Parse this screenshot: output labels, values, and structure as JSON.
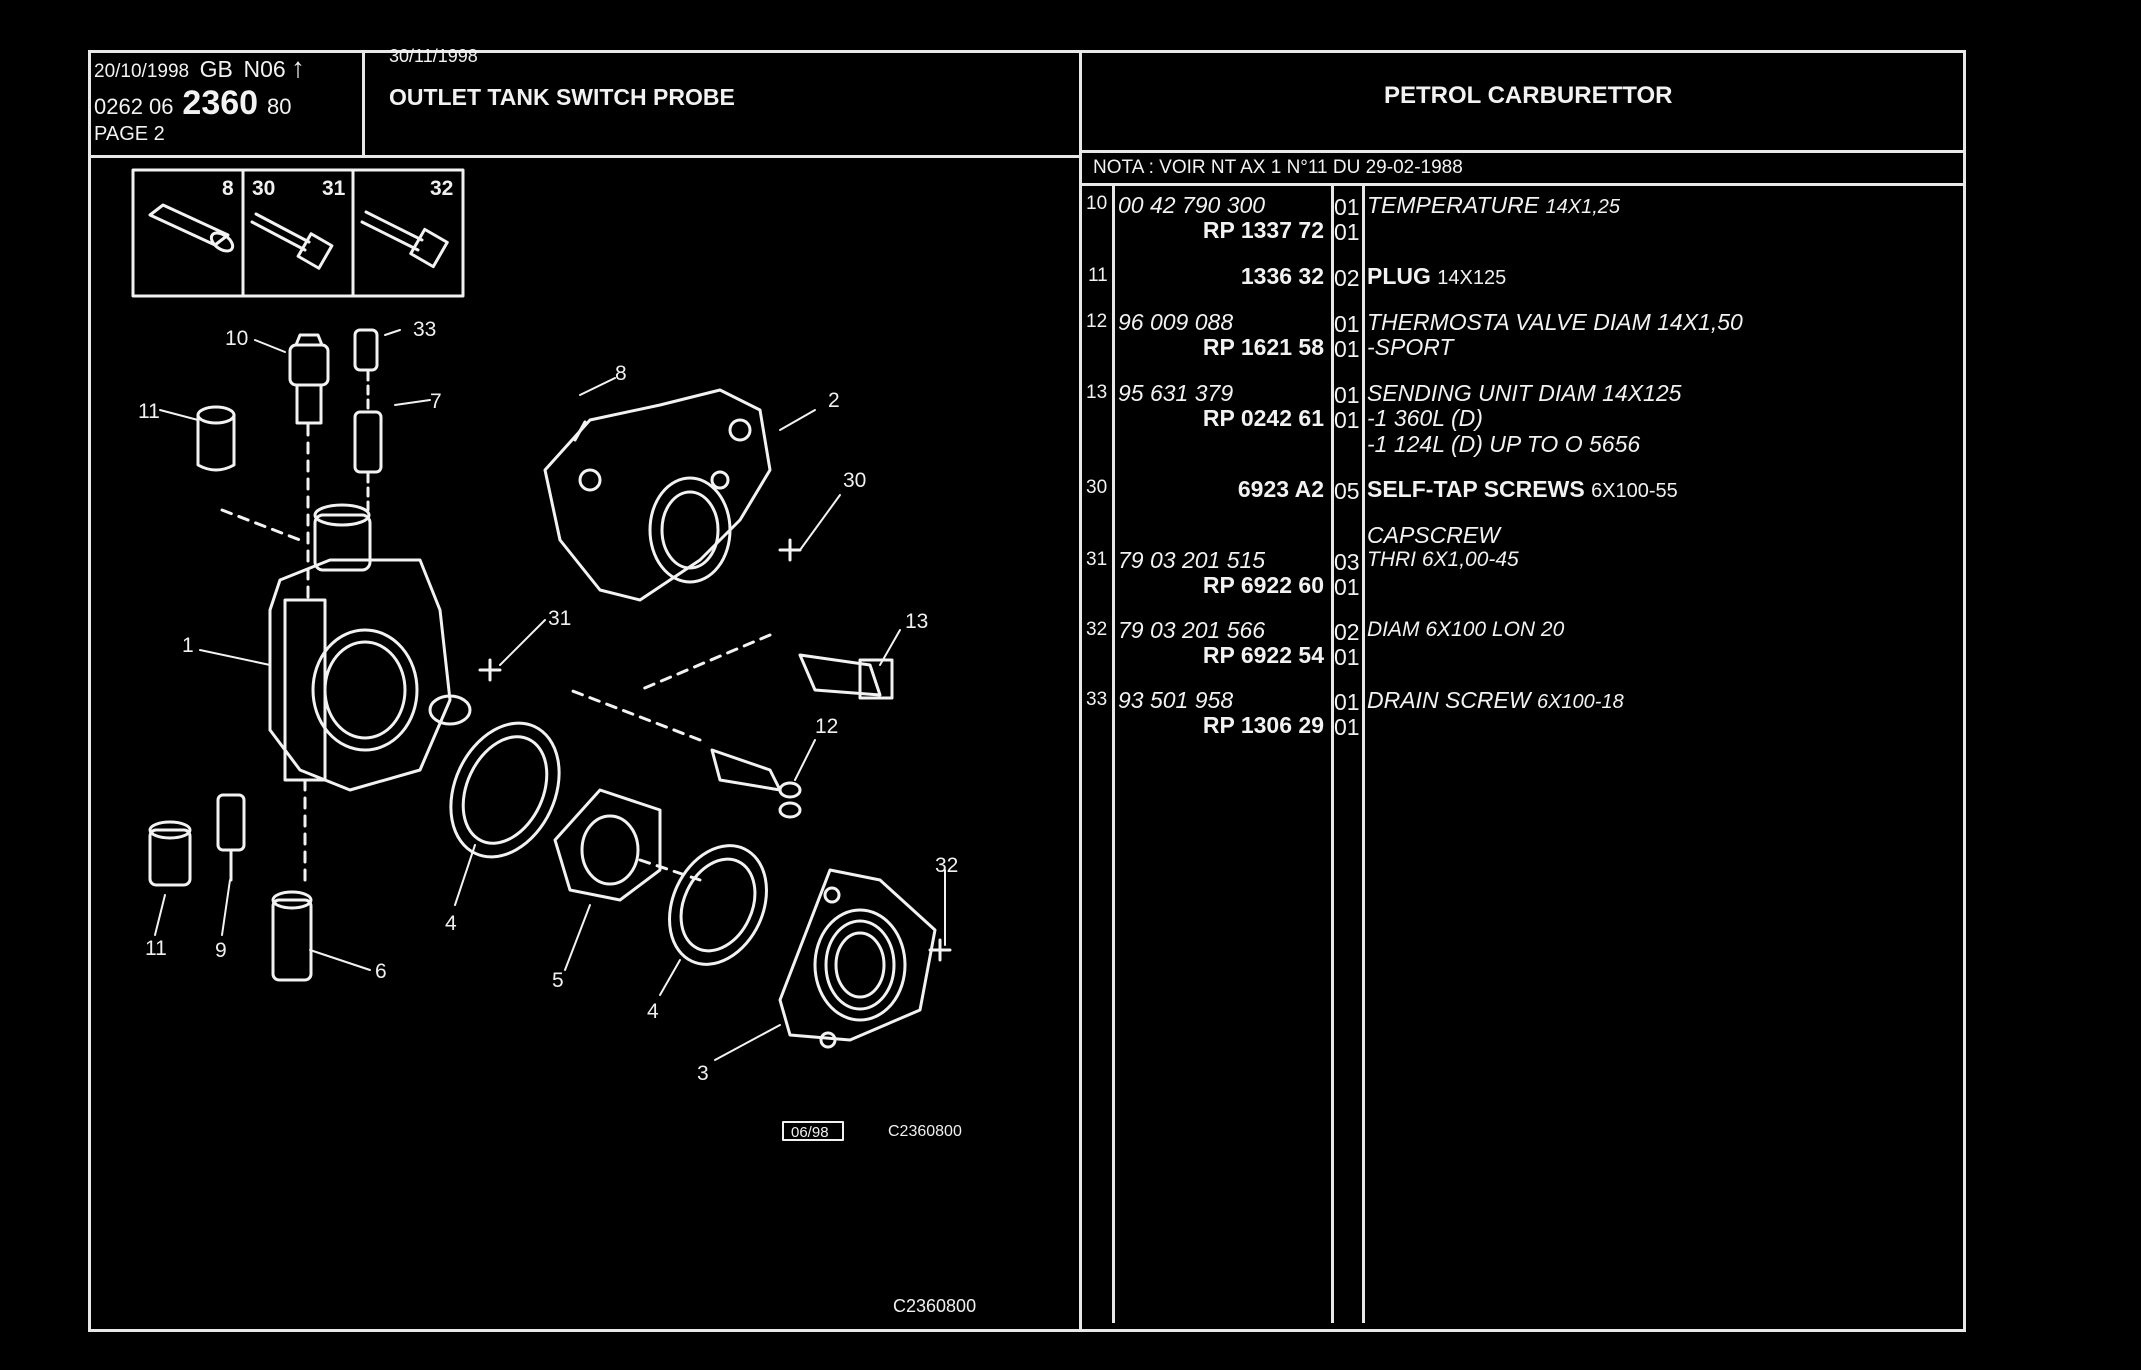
{
  "header": {
    "edition_date": "20/10/1998",
    "lang": "GB",
    "code": "N06",
    "arrow": "up-arrow-icon",
    "ref_prefix": "0262 06",
    "ref_main": "2360",
    "ref_suffix": "80",
    "page_label": "PAGE 2",
    "issue_date": "30/11/1998",
    "section_title": "OUTLET TANK SWITCH PROBE",
    "group_title": "PETROL CARBURETTOR",
    "nota": "NOTA : VOIR NT AX 1 N°11 DU 29-02-1988"
  },
  "diagram": {
    "inset_labels": [
      "8",
      "30",
      "31",
      "32"
    ],
    "callouts": [
      "10",
      "33",
      "11",
      "7",
      "8",
      "2",
      "30",
      "31",
      "1",
      "13",
      "12",
      "32",
      "11",
      "9",
      "6",
      "4",
      "5",
      "4",
      "3"
    ],
    "stamp_date": "06/98",
    "stamp_code": "C2360800",
    "footer_code": "C2360800"
  },
  "parts": [
    {
      "item": "10",
      "ref": "00 42 790 300",
      "qty": "01",
      "name": "TEMPERATURE",
      "spec": "14X1,25",
      "name_style": "italic",
      "extra": [
        {
          "ref": "RP 1337 72",
          "qty": "01",
          "desc": ""
        }
      ]
    },
    {
      "item": "11",
      "ref": "",
      "rp": "1336 32",
      "qty": "02",
      "name": "PLUG",
      "spec": "14X125",
      "name_style": "bold"
    },
    {
      "item": "12",
      "ref": "96 009 088",
      "qty": "01",
      "name": "THERMOSTA VALVE DIAM 14X1,50",
      "spec": "",
      "name_style": "italic",
      "extra": [
        {
          "ref": "RP 1621 58",
          "qty": "01",
          "desc": "-SPORT"
        }
      ]
    },
    {
      "item": "13",
      "ref": "95 631 379",
      "qty": "01",
      "name": "SENDING UNIT DIAM 14X125",
      "spec": "",
      "name_style": "italic",
      "extra": [
        {
          "ref": "RP 0242 61",
          "qty": "01",
          "desc": "-1 360L (D)"
        },
        {
          "ref": "",
          "qty": "",
          "desc": "-1 124L (D) UP TO O 5656"
        }
      ]
    },
    {
      "item": "30",
      "ref": "",
      "rp": "6923 A2",
      "qty": "05",
      "name": "SELF-TAP SCREWS",
      "spec": "6X100-55",
      "name_style": "bold"
    },
    {
      "item": "",
      "ref": "",
      "qty": "",
      "name": "CAPSCREW",
      "spec": "",
      "name_style": "italic"
    },
    {
      "item": "31",
      "ref": "79 03 201 515",
      "qty": "03",
      "name": "THRI 6X1,00-45",
      "spec": "",
      "name_style": "italic",
      "extra": [
        {
          "ref": "RP 6922 60",
          "qty": "01",
          "desc": ""
        }
      ]
    },
    {
      "item": "32",
      "ref": "79 03 201 566",
      "qty": "02",
      "name": "DIAM 6X100 LON 20",
      "spec": "",
      "name_style": "italic",
      "extra": [
        {
          "ref": "RP 6922 54",
          "qty": "01",
          "desc": ""
        }
      ]
    },
    {
      "item": "33",
      "ref": "93 501 958",
      "qty": "01",
      "name": "DRAIN SCREW",
      "spec": "6X100-18",
      "name_style": "italic",
      "extra": [
        {
          "ref": "RP 1306 29",
          "qty": "01",
          "desc": ""
        }
      ]
    }
  ]
}
